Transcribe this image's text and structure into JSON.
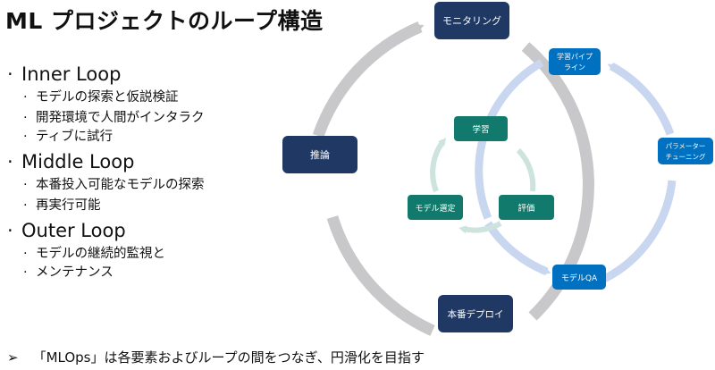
{
  "title": "ML プロジェクトのループ構造",
  "loops": [
    {
      "label": "Inner Loop",
      "items": [
        "モデルの探索と仮説検証",
        "開発環境で人間がインタラク",
        "ティブに試行"
      ]
    },
    {
      "label": "Middle Loop",
      "items": [
        "本番投入可能なモデルの探索",
        "再実行可能"
      ]
    },
    {
      "label": "Outer Loop",
      "items": [
        "モデルの継続的監視と",
        "メンテナンス"
      ]
    }
  ],
  "footer": {
    "arrow": "➢",
    "text": "「MLOps」は各要素およびループの間をつなぎ、円滑化を目指す"
  },
  "diagram": {
    "colors": {
      "outer_ring": "#c8c8ca",
      "middle_ring": "#c9d6ef",
      "inner_ring": "#cde3dd",
      "outer_node": "#1f3864",
      "middle_node": "#0070c0",
      "inner_node": "#127a6c"
    },
    "outer_nodes": {
      "monitoring": "モニタリング",
      "inference": "推論",
      "deploy": "本番デプロイ"
    },
    "middle_nodes": {
      "pipeline_line1": "学習パイプ",
      "pipeline_line2": "ライン",
      "tuning_line1": "パラメーター",
      "tuning_line2": "チューニング",
      "model_qa": "モデルQA"
    },
    "inner_nodes": {
      "training": "学習",
      "model_selection": "モデル選定",
      "evaluation": "評価"
    }
  }
}
